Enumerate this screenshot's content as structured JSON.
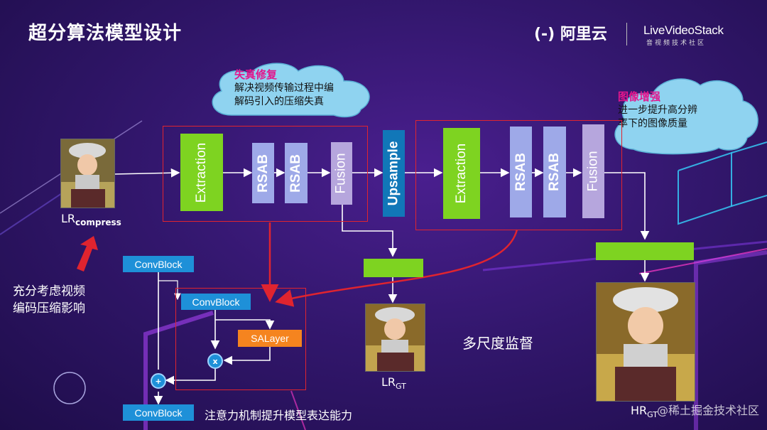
{
  "header": {
    "title": "超分算法模型设计",
    "logo_aliyun": "(-) 阿里云",
    "logo_lvs": "LiveVideoStack",
    "logo_lvs_sub": "音视频技术社区"
  },
  "clouds": {
    "left": {
      "head": "失真修复",
      "line1": "解决视频传输过程中编",
      "line2": "解码引入的压缩失真"
    },
    "right": {
      "head": "图像增强",
      "line1": "进一步提升高分辨",
      "line2": "率下的图像质量"
    }
  },
  "pipeline": {
    "stage1": {
      "extraction": "Extraction",
      "rsab1": "RSAB",
      "rsab2": "RSAB",
      "fusion": "Fusion"
    },
    "upsample": "Upsample",
    "stage2": {
      "extraction": "Extraction",
      "rsab1": "RSAB",
      "rsab2": "RSAB",
      "fusion": "Fusion"
    }
  },
  "images": {
    "lr_main": "LR",
    "lr_sub": "compress",
    "lrgt_main": "LR",
    "lrgt_sub": "GT",
    "hrgt_main": "HR",
    "hrgt_sub": "GT"
  },
  "notes": {
    "compress_line1": "充分考虑视频",
    "compress_line2": "编码压缩影响",
    "multiscale": "多尺度监督",
    "attention": "注意力机制提升模型表达能力"
  },
  "attention_block": {
    "conv_top": "ConvBlock",
    "conv_mid": "ConvBlock",
    "salayer": "SALayer",
    "mult": "x",
    "add": "+",
    "conv_bottom": "ConvBlock"
  },
  "watermark": "@稀土掘金技术社区",
  "colors": {
    "background": "#33176e",
    "extraction": "#7ed321",
    "rsab": "#9ea9e8",
    "fusion": "#b6a6dd",
    "upsample": "#1177b8",
    "conv": "#1e90d8",
    "salayer": "#f5841f",
    "red": "#e0242f",
    "cloud": "#8fd3f0",
    "accent": "#e2168d"
  }
}
